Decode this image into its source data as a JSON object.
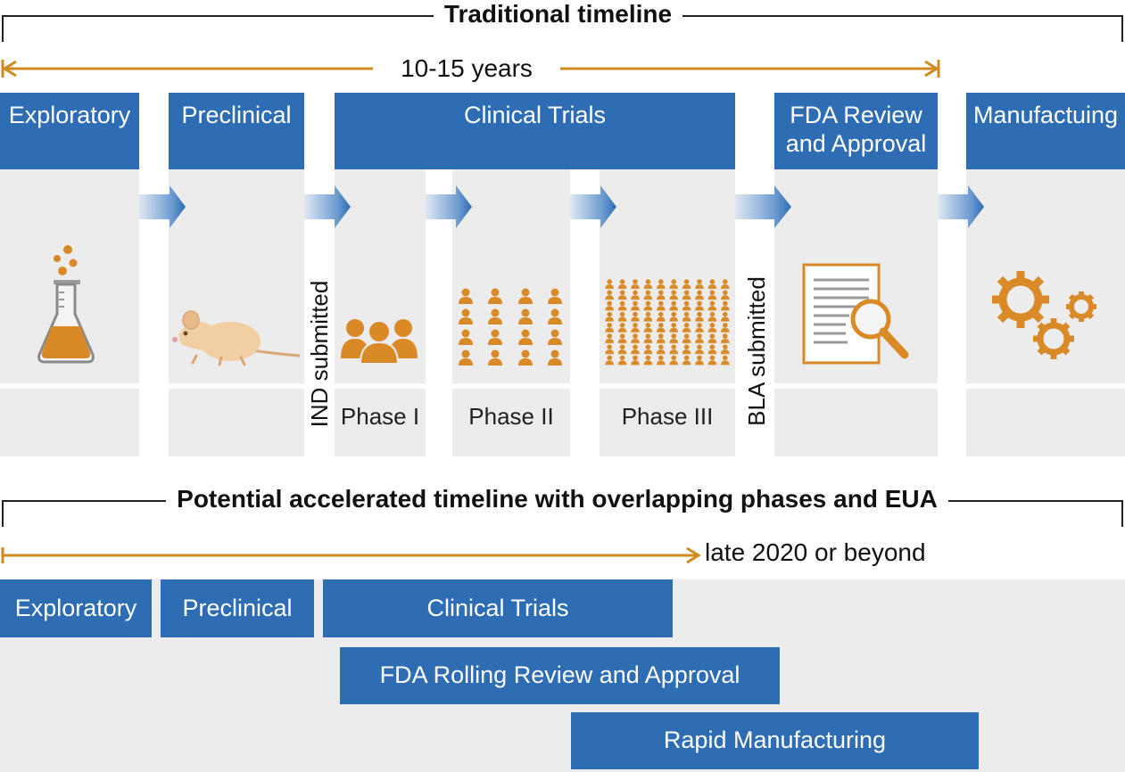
{
  "traditional": {
    "title": "Traditional timeline",
    "duration": "10-15 years",
    "stages": {
      "exploratory": "Exploratory",
      "preclinical": "Preclinical",
      "clinical_trials": "Clinical Trials",
      "fda_review": "FDA Review and Approval",
      "manufacturing": "Manufactuing"
    },
    "phases": [
      "Phase I",
      "Phase II",
      "Phase III"
    ],
    "milestones": {
      "ind": "IND submitted",
      "bla": "BLA submitted"
    },
    "icons": [
      "flask-icon",
      "mouse-icon",
      "small-group-icon",
      "medium-group-icon",
      "large-group-icon",
      "document-magnifier-icon",
      "gears-icon"
    ]
  },
  "accelerated": {
    "title": "Potential accelerated timeline with overlapping phases and EUA",
    "duration": "late 2020 or beyond",
    "stages": {
      "exploratory": "Exploratory",
      "preclinical": "Preclinical",
      "clinical_trials": "Clinical Trials",
      "fda_rolling": "FDA Rolling Review and Approval",
      "rapid_manufacturing": "Rapid Manufacturing"
    }
  },
  "colors": {
    "stage_blue": "#2e6db4",
    "arrow_orange": "#d08a1e",
    "icon_orange": "#d98a27",
    "panel_gray": "#ececec"
  }
}
